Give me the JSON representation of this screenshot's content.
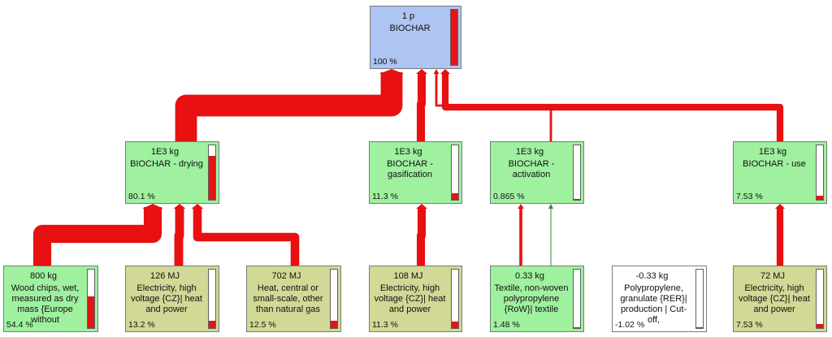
{
  "colors": {
    "root": "#aec4f2",
    "process": "#9ff09f",
    "input": "#d2d895",
    "negative": "#ffffff",
    "flow": "#e81010",
    "avoided_flow": "#2e8b2e"
  },
  "nodes": [
    {
      "id": "root",
      "quantity": "1 p",
      "name": "BIOCHAR",
      "percent": "100 %",
      "share": 1.0,
      "color": "root"
    },
    {
      "id": "drying",
      "quantity": "1E3 kg",
      "name": "BIOCHAR - drying",
      "percent": "80.1 %",
      "share": 0.801,
      "color": "process"
    },
    {
      "id": "gasification",
      "quantity": "1E3 kg",
      "name": "BIOCHAR - gasification",
      "percent": "11.3 %",
      "share": 0.113,
      "color": "process"
    },
    {
      "id": "activation",
      "quantity": "1E3 kg",
      "name": "BIOCHAR - activation",
      "percent": "0.865 %",
      "share": 0.00865,
      "color": "process"
    },
    {
      "id": "use",
      "quantity": "1E3 kg",
      "name": "BIOCHAR - use",
      "percent": "7.53 %",
      "share": 0.0753,
      "color": "process"
    },
    {
      "id": "wood",
      "quantity": "800 kg",
      "name": "Wood chips, wet, measured as dry mass {Europe without",
      "percent": "54.4 %",
      "share": 0.544,
      "color": "process"
    },
    {
      "id": "elec1",
      "quantity": "126 MJ",
      "name": "Electricity, high voltage {CZ}| heat and power",
      "percent": "13.2 %",
      "share": 0.132,
      "color": "input"
    },
    {
      "id": "heat",
      "quantity": "702 MJ",
      "name": "Heat, central or small-scale, other than natural gas",
      "percent": "12.5 %",
      "share": 0.125,
      "color": "input"
    },
    {
      "id": "elec2",
      "quantity": "108 MJ",
      "name": "Electricity, high voltage {CZ}| heat and power",
      "percent": "11.3 %",
      "share": 0.113,
      "color": "input"
    },
    {
      "id": "textile",
      "quantity": "0.33 kg",
      "name": "Textile, non-woven polypropylene {RoW}| textile",
      "percent": "1.48 %",
      "share": 0.0148,
      "color": "process"
    },
    {
      "id": "pp",
      "quantity": "-0.33 kg",
      "name": "Polypropylene, granulate {RER}| production | Cut-off,",
      "percent": "-1.02 %",
      "share": 0.0102,
      "color": "negative"
    },
    {
      "id": "elec3",
      "quantity": "72 MJ",
      "name": "Electricity, high voltage {CZ}| heat and power",
      "percent": "7.53 %",
      "share": 0.0753,
      "color": "input"
    }
  ],
  "links": [
    {
      "from": "drying",
      "to": "root",
      "share": 0.801
    },
    {
      "from": "gasification",
      "to": "root",
      "share": 0.113
    },
    {
      "from": "activation",
      "to": "root",
      "share": 0.00865
    },
    {
      "from": "use",
      "to": "root",
      "share": 0.0753
    },
    {
      "from": "wood",
      "to": "drying",
      "share": 0.544
    },
    {
      "from": "elec1",
      "to": "drying",
      "share": 0.132
    },
    {
      "from": "heat",
      "to": "drying",
      "share": 0.125
    },
    {
      "from": "elec2",
      "to": "gasification",
      "share": 0.113
    },
    {
      "from": "textile",
      "to": "activation",
      "share": 0.0148
    },
    {
      "from": "pp",
      "to": "activation",
      "share": 0.0102,
      "avoided": true
    },
    {
      "from": "elec3",
      "to": "use",
      "share": 0.0753
    }
  ]
}
